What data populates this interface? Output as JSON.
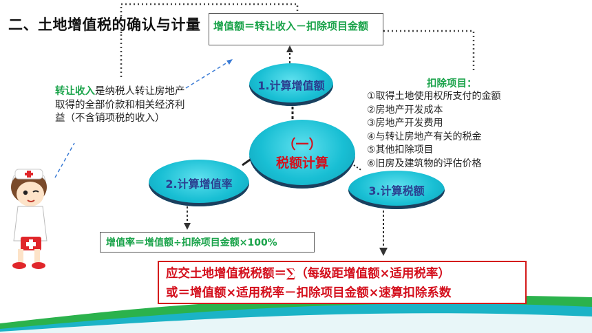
{
  "title": "二、土地增值税的确认与计量",
  "top_formula": "增值额＝转让收入－扣除项目金额",
  "center": {
    "line1": "（一）",
    "line2": "税额计算"
  },
  "steps": [
    {
      "label": "1.计算增值额"
    },
    {
      "label": "2.计算增值率"
    },
    {
      "label": "3.计算税额"
    }
  ],
  "transfer_note": {
    "highlight": "转让收入",
    "text": "是纳税人转让房地产取得的全部价款和相关经济利益（不含销项税的收入）"
  },
  "deductions": {
    "title": "扣除项目：",
    "items": [
      "①取得土地使用权所支付的金额",
      "②房地产开发成本",
      "③房地产开发费用",
      "④与转让房地产有关的税金",
      "⑤其他扣除项目",
      "⑥旧房及建筑物的评估价格"
    ]
  },
  "rate_formula": "增值率＝增值额÷扣除项目金额×100%",
  "tax_formula": {
    "line1_prefix": "应交土地增值税税额＝",
    "sigma": "∑",
    "line1_suffix": "（每级距增值额×适用税率）",
    "line2": "或＝增值额×适用税率－扣除项目金额×速算扣除系数"
  },
  "colors": {
    "green": "#1aa34a",
    "red": "#d40f1c",
    "cyan": "#19bfd4",
    "navy": "#2a3d8f",
    "wave_teal": "#1bb3c6",
    "wave_green": "#2bb24c"
  }
}
